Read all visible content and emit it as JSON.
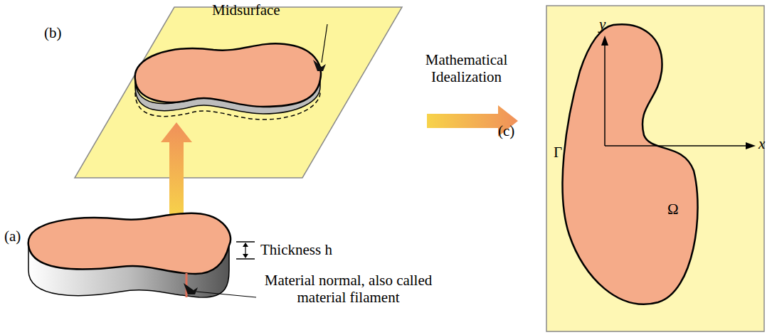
{
  "diagram": {
    "labels": [
      "Midsurface",
      "(b)",
      "Mathematical Idealization",
      "y",
      "x",
      "Γ",
      "Ω",
      "(c)",
      "(a)",
      "Thickness h",
      "Material normal, also called material filament"
    ]
  }
}
